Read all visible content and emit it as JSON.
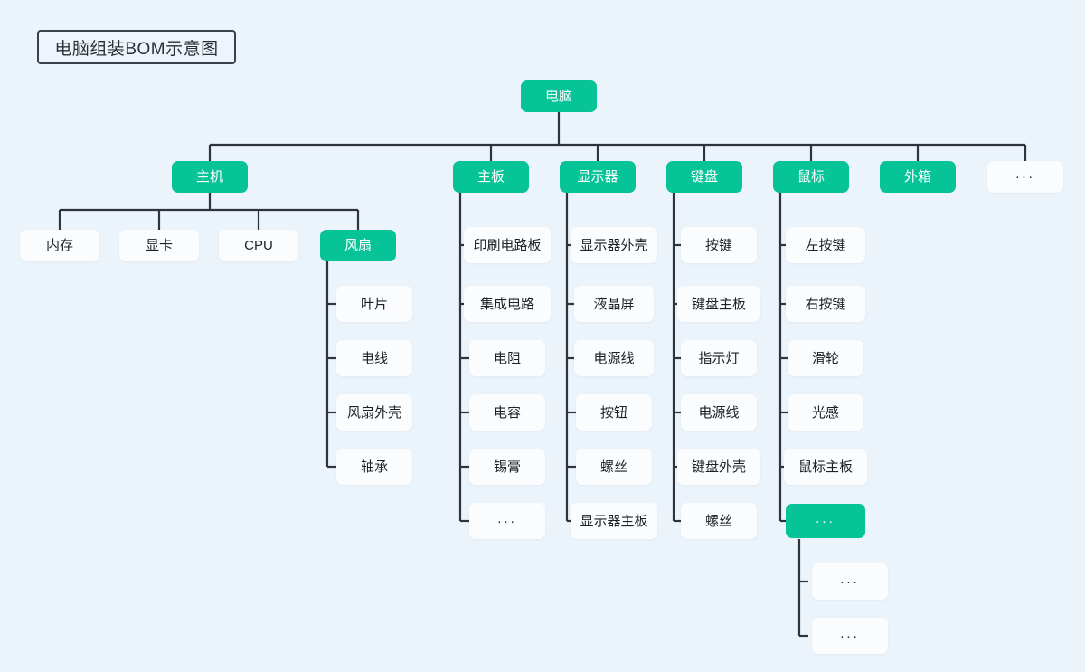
{
  "diagram": {
    "title": "电脑组装BOM示意图",
    "type": "tree",
    "background_color": "#ebf3fb",
    "accent_color": "#07c398",
    "node_color": "#fbfcfe",
    "line_color": "#2f343c",
    "ellipsis": "...",
    "root": "电脑"
  },
  "nodes": {
    "root": {
      "label": "电脑"
    },
    "level2": [
      {
        "label": "主机"
      },
      {
        "label": "主板"
      },
      {
        "label": "显示器"
      },
      {
        "label": "键盘"
      },
      {
        "label": "鼠标"
      },
      {
        "label": "外箱"
      },
      {
        "label": "..."
      }
    ],
    "host_children": [
      {
        "label": "内存"
      },
      {
        "label": "显卡"
      },
      {
        "label": "CPU"
      },
      {
        "label": "风扇"
      }
    ],
    "fan_children": [
      {
        "label": "叶片"
      },
      {
        "label": "电线"
      },
      {
        "label": "风扇外壳"
      },
      {
        "label": "轴承"
      }
    ],
    "mainboard_children": [
      {
        "label": "印刷电路板"
      },
      {
        "label": "集成电路"
      },
      {
        "label": "电阻"
      },
      {
        "label": "电容"
      },
      {
        "label": "锡膏"
      },
      {
        "label": "..."
      }
    ],
    "monitor_children": [
      {
        "label": "显示器外壳"
      },
      {
        "label": "液晶屏"
      },
      {
        "label": "电源线"
      },
      {
        "label": "按钮"
      },
      {
        "label": "螺丝"
      },
      {
        "label": "显示器主板"
      }
    ],
    "keyboard_children": [
      {
        "label": "按键"
      },
      {
        "label": "键盘主板"
      },
      {
        "label": "指示灯"
      },
      {
        "label": "电源线"
      },
      {
        "label": "键盘外壳"
      },
      {
        "label": "螺丝"
      }
    ],
    "mouse_children": [
      {
        "label": "左按键"
      },
      {
        "label": "右按键"
      },
      {
        "label": "滑轮"
      },
      {
        "label": "光感"
      },
      {
        "label": "鼠标主板"
      },
      {
        "label": "..."
      }
    ],
    "mouse_more_children": [
      {
        "label": "..."
      },
      {
        "label": "..."
      }
    ]
  }
}
